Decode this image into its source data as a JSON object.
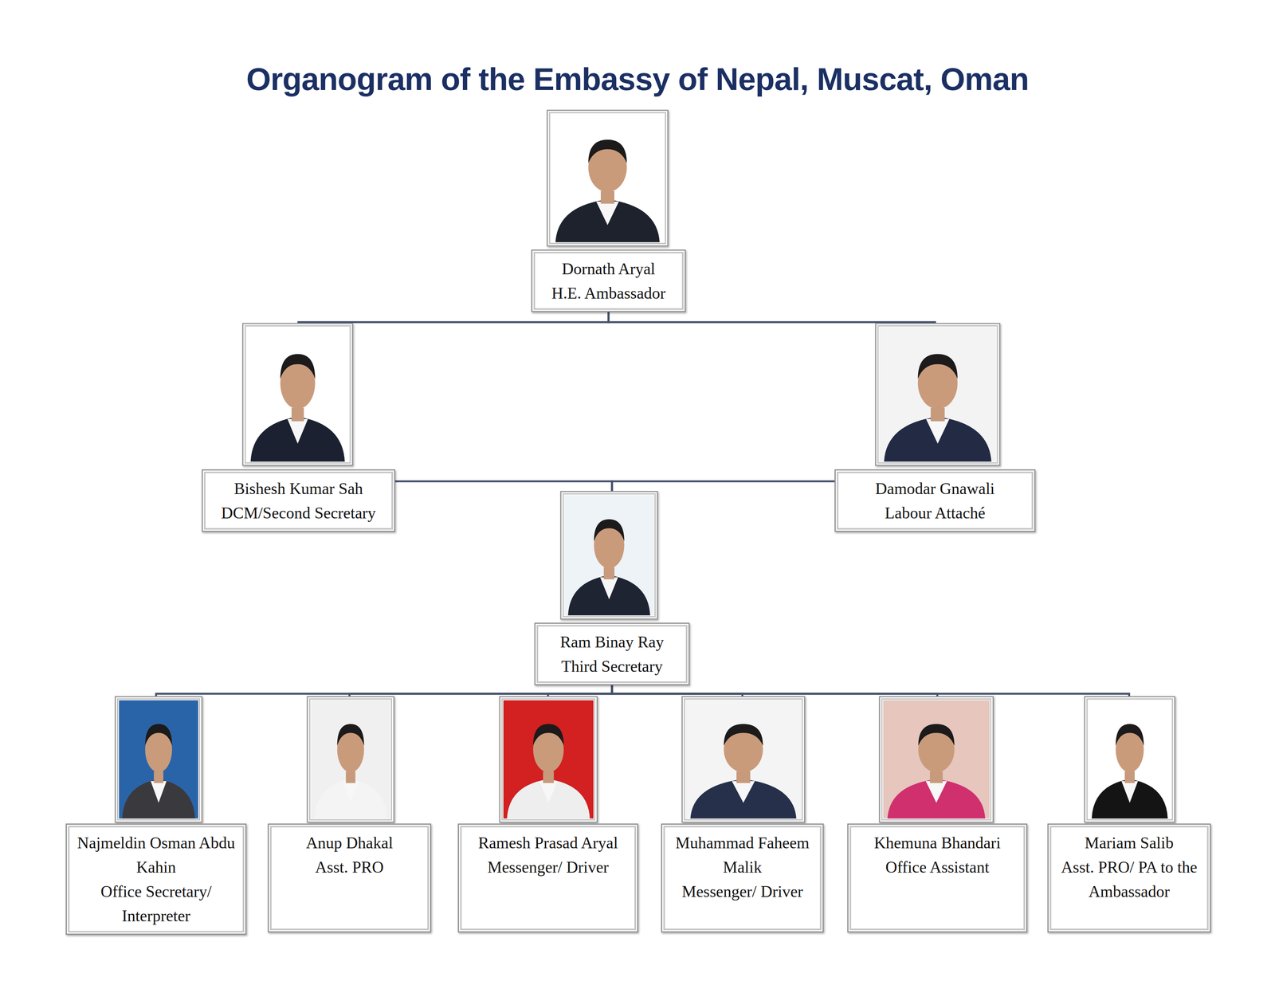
{
  "diagram": {
    "title": "Organogram of the Embassy of Nepal, Muscat, Oman",
    "nodes": [
      {
        "text": [
          "Dornath Aryal",
          "H.E. Ambassador"
        ]
      },
      {
        "text": [
          "Bishesh Kumar Sah",
          "DCM/Second Secretary"
        ]
      },
      {
        "text": [
          "Damodar Gnawali",
          "Labour Attaché"
        ]
      },
      {
        "text": [
          "Ram Binay Ray",
          "Third Secretary"
        ]
      },
      {
        "text": [
          "Najmeldin Osman Abdu Kahin",
          "Office Secretary/ Interpreter"
        ]
      },
      {
        "text": [
          "Anup Dhakal",
          "Asst. PRO"
        ]
      },
      {
        "text": [
          "Ramesh Prasad Aryal",
          "Messenger/ Driver"
        ]
      },
      {
        "text": [
          "Muhammad Faheem Malik",
          "Messenger/ Driver"
        ]
      },
      {
        "text": [
          "Khemuna Bhandari",
          "Office Assistant"
        ]
      },
      {
        "text": [
          "Mariam Salib",
          "Asst. PRO/ PA to the Ambassador"
        ]
      }
    ],
    "edges": [
      {
        "from": 0,
        "to": 1,
        "arrow": "none"
      },
      {
        "from": 0,
        "to": 2,
        "arrow": "none"
      },
      {
        "from": 1,
        "to": 3,
        "arrow": "none"
      },
      {
        "from": 2,
        "to": 3,
        "arrow": "none"
      },
      {
        "from": 3,
        "to": 4,
        "arrow": "none"
      },
      {
        "from": 3,
        "to": 5,
        "arrow": "none"
      },
      {
        "from": 3,
        "to": 6,
        "arrow": "none"
      },
      {
        "from": 3,
        "to": 7,
        "arrow": "none"
      },
      {
        "from": 3,
        "to": 8,
        "arrow": "none"
      },
      {
        "from": 3,
        "to": 9,
        "arrow": "none"
      }
    ]
  }
}
